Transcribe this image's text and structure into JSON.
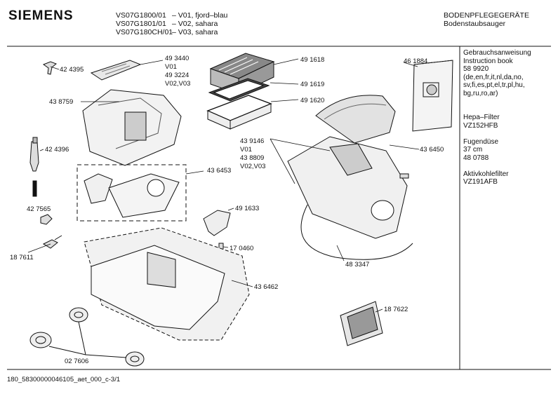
{
  "header": {
    "brand": "SIEMENS",
    "models": [
      {
        "code": "VS07G1800/01",
        "variant": "– V01, fjord–blau"
      },
      {
        "code": "VS07G1801/01",
        "variant": "– V02, sahara"
      },
      {
        "code": "VS07G180CH/01",
        "variant": "– V03, sahara"
      }
    ],
    "category_title": "BODENPFLEGEGERÄTE",
    "category_subtitle": "Bodenstaubsauger"
  },
  "parts": [
    {
      "id": "p1",
      "text": "42 4395"
    },
    {
      "id": "p2",
      "text": "49 3440"
    },
    {
      "id": "p3",
      "text": "V01"
    },
    {
      "id": "p4",
      "text": "49 3224"
    },
    {
      "id": "p5",
      "text": "V02,V03"
    },
    {
      "id": "p6",
      "text": "43 8759"
    },
    {
      "id": "p7",
      "text": "49 1618"
    },
    {
      "id": "p8",
      "text": "49 1619"
    },
    {
      "id": "p9",
      "text": "49 1620"
    },
    {
      "id": "p10",
      "text": "46 1884"
    },
    {
      "id": "p11",
      "text": "42 4396"
    },
    {
      "id": "p12",
      "text": "43 6453"
    },
    {
      "id": "p13",
      "text": "43 9146"
    },
    {
      "id": "p14",
      "text": "V01"
    },
    {
      "id": "p15",
      "text": "43 8809"
    },
    {
      "id": "p16",
      "text": "V02,V03"
    },
    {
      "id": "p17",
      "text": "43 6450"
    },
    {
      "id": "p18",
      "text": "42 7565"
    },
    {
      "id": "p19",
      "text": "49 1633"
    },
    {
      "id": "p20",
      "text": "18 7611"
    },
    {
      "id": "p21",
      "text": "17 0460"
    },
    {
      "id": "p22",
      "text": "48 3347"
    },
    {
      "id": "p23",
      "text": "43 6462"
    },
    {
      "id": "p24",
      "text": "18 7622"
    },
    {
      "id": "p25",
      "text": "02 7606"
    }
  ],
  "sidebar": {
    "lines": [
      "Gebrauchsanweisung",
      "Instruction book",
      "58  9920",
      "(de,en,fr,it,nl,da,no,",
      "sv,fi,es,pt,el,tr,pl,hu,",
      "bg,ru,ro,ar)",
      "",
      "",
      "Hepa–Filter",
      "VZ152HFB",
      "",
      "Fugendüse",
      "37 cm",
      "48 0788",
      "",
      "Aktivkohlefilter",
      "VZ191AFB"
    ]
  },
  "footer": {
    "text": "180_58300000046105_aet_000_c-3/1"
  }
}
